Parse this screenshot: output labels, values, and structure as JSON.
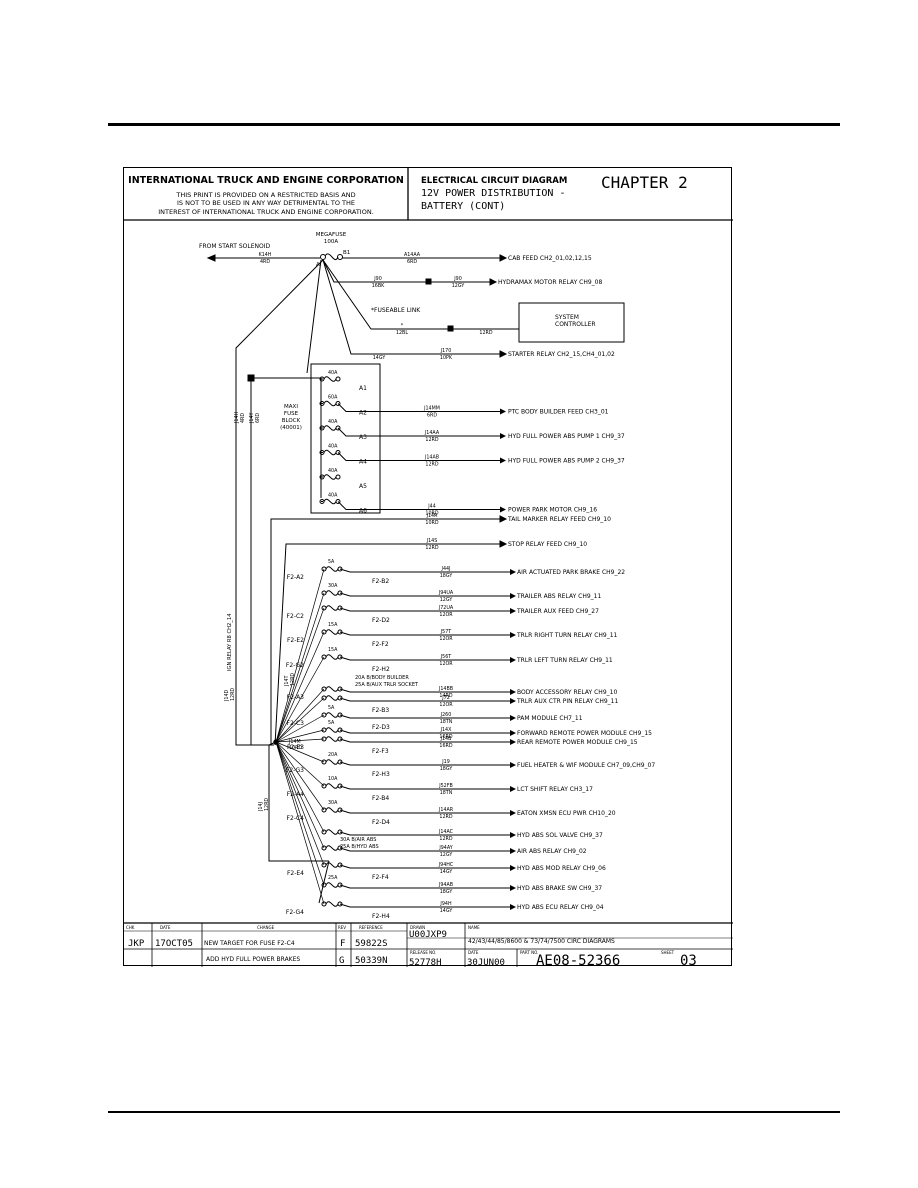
{
  "title_block": {
    "company": "INTERNATIONAL TRUCK AND ENGINE CORPORATION",
    "notice": [
      "THIS PRINT IS PROVIDED ON A RESTRICTED BASIS AND",
      "IS NOT TO BE USED IN ANY WAY DETRIMENTAL TO THE",
      "INTEREST OF INTERNATIONAL TRUCK AND ENGINE CORPORATION."
    ],
    "doc_type": "ELECTRICAL CIRCUIT DIAGRAM",
    "chapter": "CHAPTER 2",
    "subtitle_1": "12V POWER DISTRIBUTION -",
    "subtitle_2": "BATTERY (CONT)"
  },
  "top": {
    "from_start": "FROM START SOLENOID",
    "k14h": "K14H",
    "k14h_g": "4RD",
    "megafuse": "MEGAFUSE",
    "megafuse_amp": "100A",
    "node_a": "A",
    "node_b1": "B1",
    "fuseable": "*FUSEABLE LINK",
    "system_controller_1": "SYSTEM",
    "system_controller_2": "CONTROLLER",
    "star": "*"
  },
  "maxi": {
    "l1": "MAXI",
    "l2": "FUSE",
    "l3": "BLOCK",
    "l4": "(40001)"
  },
  "top_circuits": [
    {
      "wire": "A14AA",
      "gauge": "6RD",
      "dest": "CAB FEED CH2_01,02,12,15"
    },
    {
      "wire": "J90",
      "gauge": "16BK",
      "wire2": "J90",
      "gauge2": "12GY",
      "dest": "HYDRAMAX MOTOR RELAY CH9_08"
    },
    {
      "wire": "*",
      "gauge": "12BL",
      "wire2": "",
      "gauge2": "12RD",
      "dest": ""
    },
    {
      "wire": "J170",
      "gauge": "10PK",
      "gauge2": "14GY",
      "dest": "STARTER RELAY CH2_15,CH4_01,02"
    }
  ],
  "maxi_fuses": [
    {
      "amp": "40A",
      "label": "A1",
      "wire": "",
      "gauge": "",
      "dest": ""
    },
    {
      "amp": "60A",
      "label": "A2",
      "wire": "J14MM",
      "gauge": "6RD",
      "dest": "PTC BODY BUILDER FEED CH3_01"
    },
    {
      "amp": "40A",
      "label": "A3",
      "wire": "J14AA",
      "gauge": "12RD",
      "dest": "HYD FULL POWER ABS PUMP 1 CH9_37"
    },
    {
      "amp": "40A",
      "label": "A4",
      "wire": "J14AB",
      "gauge": "12RD",
      "dest": "HYD FULL POWER ABS PUMP 2 CH9_37"
    },
    {
      "amp": "40A",
      "label": "A5",
      "wire": "",
      "gauge": "",
      "dest": ""
    },
    {
      "amp": "40A",
      "label": "A6",
      "wire": "J44",
      "gauge": "10RD",
      "dest": "POWER PARK MOTOR CH9_16"
    }
  ],
  "mid_circuits": [
    {
      "wire": "J14R",
      "gauge": "10RD",
      "dest": "TAIL MARKER RELAY FEED CH9_10"
    },
    {
      "wire": "J14S",
      "gauge": "12RD",
      "dest": "STOP RELAY FEED CH9_10"
    }
  ],
  "vertical_wires": [
    {
      "wire": "J14H",
      "gauge": "4RD"
    },
    {
      "wire": "J14Y",
      "gauge": "6RD"
    },
    {
      "wire": "J14D",
      "gauge": "12RD"
    },
    {
      "wire": "J14T",
      "gauge": "12RD"
    },
    {
      "wire": "J14J",
      "gauge": "12RD"
    },
    {
      "wire": "J14M",
      "gauge": "10RD"
    }
  ],
  "ign_relay": "IGN RELAY R8 CH2_14",
  "body_builder_note": [
    "20A B/BODY BUILDER",
    "25A B/AUX TRLR SOCKET"
  ],
  "abs_note": [
    "30A B/AIR ABS",
    "25A B/HYD ABS"
  ],
  "fuses": [
    {
      "left": "F2-A2",
      "amp": "5A",
      "right": "F2-B2",
      "wire": "J44J",
      "gauge": "18GY",
      "dest": "AIR ACTUATED PARK BRAKE CH9_22"
    },
    {
      "left": "",
      "amp": "30A",
      "right": "",
      "wire": "J94UA",
      "gauge": "12GY",
      "dest": "TRAILER ABS RELAY CH9_11"
    },
    {
      "left": "F2-C2",
      "amp": "",
      "right": "F2-D2",
      "wire": "J72UA",
      "gauge": "12OR",
      "dest": "TRAILER AUX FEED CH9_27"
    },
    {
      "left": "F2-E2",
      "amp": "15A",
      "right": "F2-F2",
      "wire": "J57T",
      "gauge": "12OR",
      "dest": "TRLR RIGHT TURN RELAY CH9_11"
    },
    {
      "left": "F2-G2",
      "amp": "15A",
      "right": "F2-H2",
      "wire": "J56T",
      "gauge": "12OR",
      "dest": "TRLR LEFT TURN RELAY CH9_11"
    },
    {
      "left": "F2-A3",
      "amp": "",
      "right": "",
      "wire": "J14BB",
      "gauge": "14RD",
      "dest": "BODY ACCESSORY RELAY CH9_10"
    },
    {
      "left": "",
      "amp": "",
      "right": "F2-B3",
      "wire": "J72",
      "gauge": "12OR",
      "dest": "TRLR AUX CTR PIN RELAY CH9_11"
    },
    {
      "left": "F2-C3",
      "amp": "5A",
      "right": "F2-D3",
      "wire": "J260",
      "gauge": "18TN",
      "dest": "PAM MODULE CH7_11"
    },
    {
      "left": "",
      "amp": "5A",
      "right": "",
      "wire": "J14X",
      "gauge": "16RD",
      "dest": "FORWARD REMOTE POWER MODULE CH9_15"
    },
    {
      "left": "F2-E3",
      "amp": "",
      "right": "F2-F3",
      "wire": "J14B",
      "gauge": "16RD",
      "dest": "REAR REMOTE POWER MODULE CH9_15"
    },
    {
      "left": "F2-G3",
      "amp": "20A",
      "right": "F2-H3",
      "wire": "J19",
      "gauge": "18GY",
      "dest": "FUEL HEATER & WIF MODULE CH7_09,CH9_07"
    },
    {
      "left": "F2-A4",
      "amp": "10A",
      "right": "F2-B4",
      "wire": "J52FB",
      "gauge": "18TN",
      "dest": "LCT SHIFT RELAY CH3_17"
    },
    {
      "left": "F2-C4",
      "amp": "30A",
      "right": "F2-D4",
      "wire": "J14AR",
      "gauge": "12RD",
      "dest": "EATON XMSN ECU PWR  CH10_20"
    },
    {
      "left": "",
      "amp": "",
      "right": "",
      "wire": "J14AC",
      "gauge": "12RD",
      "dest": "HYD ABS SOL VALVE CH9_37"
    },
    {
      "left": "",
      "amp": "",
      "right": "",
      "wire": "J94AY",
      "gauge": "12GY",
      "dest": "AIR ABS RELAY CH9_02"
    },
    {
      "left": "F2-E4",
      "amp": "",
      "right": "F2-F4",
      "wire": "J94HC",
      "gauge": "14GY",
      "dest": "HYD ABS MOD RELAY CH9_06"
    },
    {
      "left": "",
      "amp": "25A",
      "right": "",
      "wire": "J94AB",
      "gauge": "18GY",
      "dest": "HYD ABS BRAKE SW CH9_37"
    },
    {
      "left": "F2-G4",
      "amp": "",
      "right": "F2-H4",
      "wire": "J94H",
      "gauge": "14GY",
      "dest": "HYD ABS ECU RELAY CH9_04"
    }
  ],
  "rev_table": {
    "headers": {
      "chk": "CHK",
      "date": "DATE",
      "change": "CHANGE",
      "rev": "REV",
      "reference": "REFERENCE",
      "drawn": "DRAWN",
      "name": "NAME",
      "release": "RELEASE NO.",
      "date2": "DATE",
      "part": "PART NO.",
      "sheet": "SHEET"
    },
    "rows": [
      {
        "chk": "JKP",
        "date": "17OCT05",
        "change": "NEW TARGET FOR FUSE F2-C4",
        "rev": "F",
        "reference": "59822S"
      },
      {
        "chk": "",
        "date": "",
        "change": "ADD HYD FULL POWER BRAKES",
        "rev": "G",
        "reference": "50339N"
      }
    ],
    "drawn_value": "U00JXP9",
    "name_value": "42/43/44/85/8600 & 73/74/7500 CIRC DIAGRAMS",
    "release_value": "52778H",
    "date_value": "30JUN00",
    "part_value": "AE08-52366",
    "sheet_value": "03"
  }
}
